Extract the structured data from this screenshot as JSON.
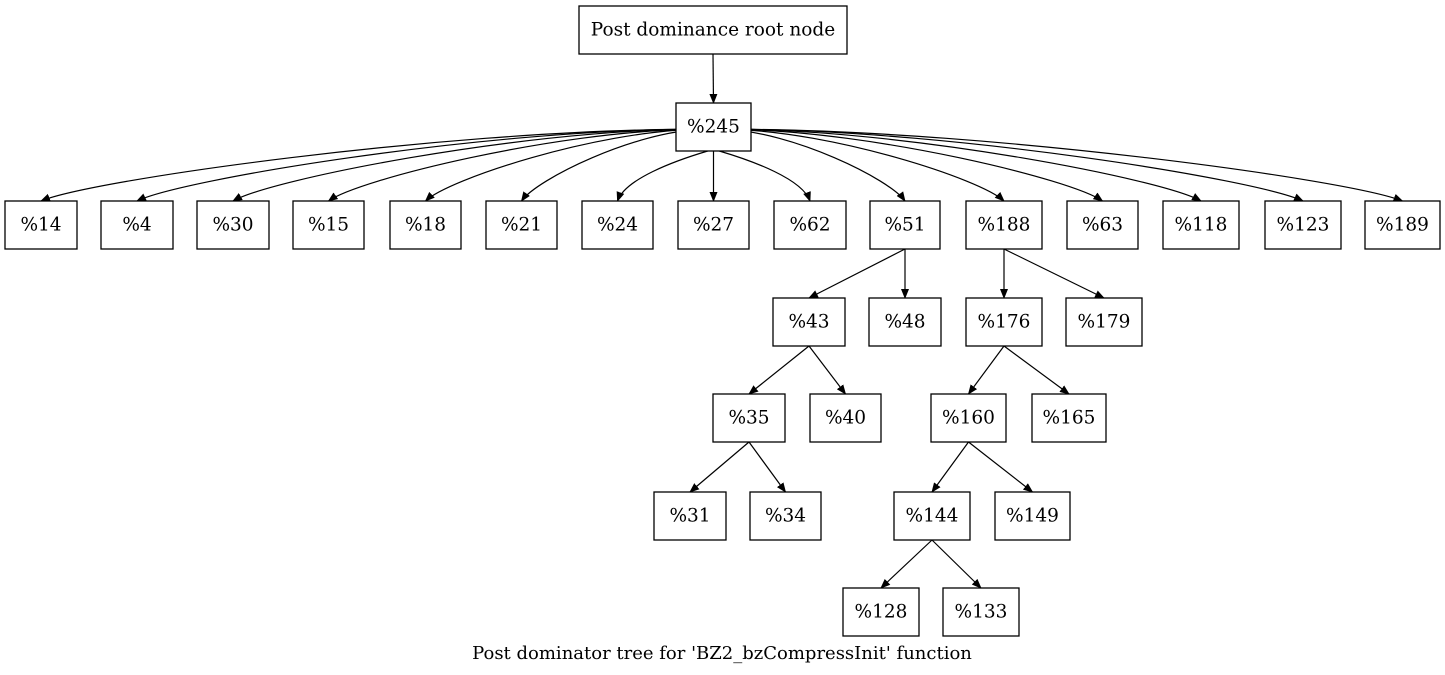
{
  "caption": "Post dominator tree for 'BZ2_bzCompressInit' function",
  "colors": {
    "stroke": "#000000",
    "fill": "#ffffff"
  },
  "nodes": {
    "root": "Post dominance root node",
    "n245": "%245",
    "n14": "%14",
    "n4": "%4",
    "n30": "%30",
    "n15": "%15",
    "n18": "%18",
    "n21": "%21",
    "n24": "%24",
    "n27": "%27",
    "n62": "%62",
    "n51": "%51",
    "n188": "%188",
    "n63": "%63",
    "n118": "%118",
    "n123": "%123",
    "n189": "%189",
    "n43": "%43",
    "n48": "%48",
    "n176": "%176",
    "n179": "%179",
    "n35": "%35",
    "n40": "%40",
    "n160": "%160",
    "n165": "%165",
    "n31": "%31",
    "n34": "%34",
    "n144": "%144",
    "n149": "%149",
    "n128": "%128",
    "n133": "%133"
  },
  "edges": [
    [
      "root",
      "n245"
    ],
    [
      "n245",
      "n14"
    ],
    [
      "n245",
      "n4"
    ],
    [
      "n245",
      "n30"
    ],
    [
      "n245",
      "n15"
    ],
    [
      "n245",
      "n18"
    ],
    [
      "n245",
      "n21"
    ],
    [
      "n245",
      "n24"
    ],
    [
      "n245",
      "n27"
    ],
    [
      "n245",
      "n62"
    ],
    [
      "n245",
      "n51"
    ],
    [
      "n245",
      "n188"
    ],
    [
      "n245",
      "n63"
    ],
    [
      "n245",
      "n118"
    ],
    [
      "n245",
      "n123"
    ],
    [
      "n245",
      "n189"
    ],
    [
      "n51",
      "n43"
    ],
    [
      "n51",
      "n48"
    ],
    [
      "n188",
      "n176"
    ],
    [
      "n188",
      "n179"
    ],
    [
      "n43",
      "n35"
    ],
    [
      "n43",
      "n40"
    ],
    [
      "n176",
      "n160"
    ],
    [
      "n176",
      "n165"
    ],
    [
      "n35",
      "n31"
    ],
    [
      "n35",
      "n34"
    ],
    [
      "n160",
      "n144"
    ],
    [
      "n160",
      "n149"
    ],
    [
      "n144",
      "n128"
    ],
    [
      "n144",
      "n133"
    ]
  ]
}
